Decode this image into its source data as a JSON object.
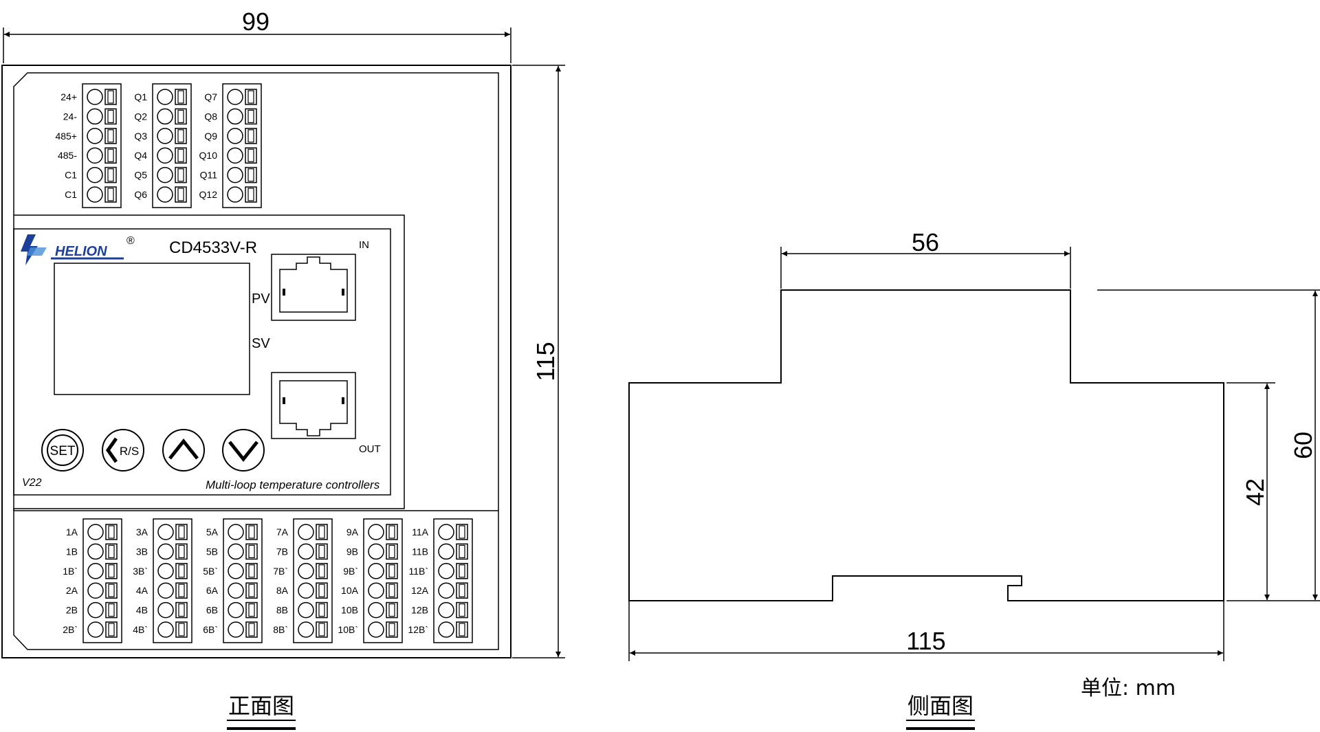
{
  "front_view": {
    "dimension_width": "99",
    "dimension_height": "115",
    "top_terminals": {
      "col1_labels": [
        "24+",
        "24-",
        "485+",
        "485-",
        "C1",
        "C1"
      ],
      "col2_labels": [
        "Q1",
        "Q2",
        "Q3",
        "Q4",
        "Q5",
        "Q6"
      ],
      "col3_labels": [
        "Q7",
        "Q8",
        "Q9",
        "Q10",
        "Q11",
        "Q12"
      ]
    },
    "panel": {
      "brand": "HELION",
      "brand_mark": "®",
      "model": "CD4533V-R",
      "pv_label": "PV",
      "sv_label": "SV",
      "port_in_label": "IN",
      "port_out_label": "OUT",
      "buttons": [
        "SET",
        "R/S",
        "up",
        "down"
      ],
      "version": "V22",
      "tagline": "Multi-loop temperature controllers"
    },
    "bottom_terminals": [
      [
        "1A",
        "1B",
        "1B`",
        "2A",
        "2B",
        "2B`"
      ],
      [
        "3A",
        "3B",
        "3B`",
        "4A",
        "4B",
        "4B`"
      ],
      [
        "5A",
        "5B",
        "5B`",
        "6A",
        "6B",
        "6B`"
      ],
      [
        "7A",
        "7B",
        "7B`",
        "8A",
        "8B",
        "8B`"
      ],
      [
        "9A",
        "9B",
        "9B`",
        "10A",
        "10B",
        "10B`"
      ],
      [
        "11A",
        "11B",
        "11B`",
        "12A",
        "12B",
        "12B`"
      ]
    ],
    "caption": "正面图"
  },
  "side_view": {
    "dimension_top": "56",
    "dimension_bottom": "115",
    "dimension_right_inner": "42",
    "dimension_right_outer": "60",
    "caption": "侧面图"
  },
  "unit_label": "单位: mm"
}
